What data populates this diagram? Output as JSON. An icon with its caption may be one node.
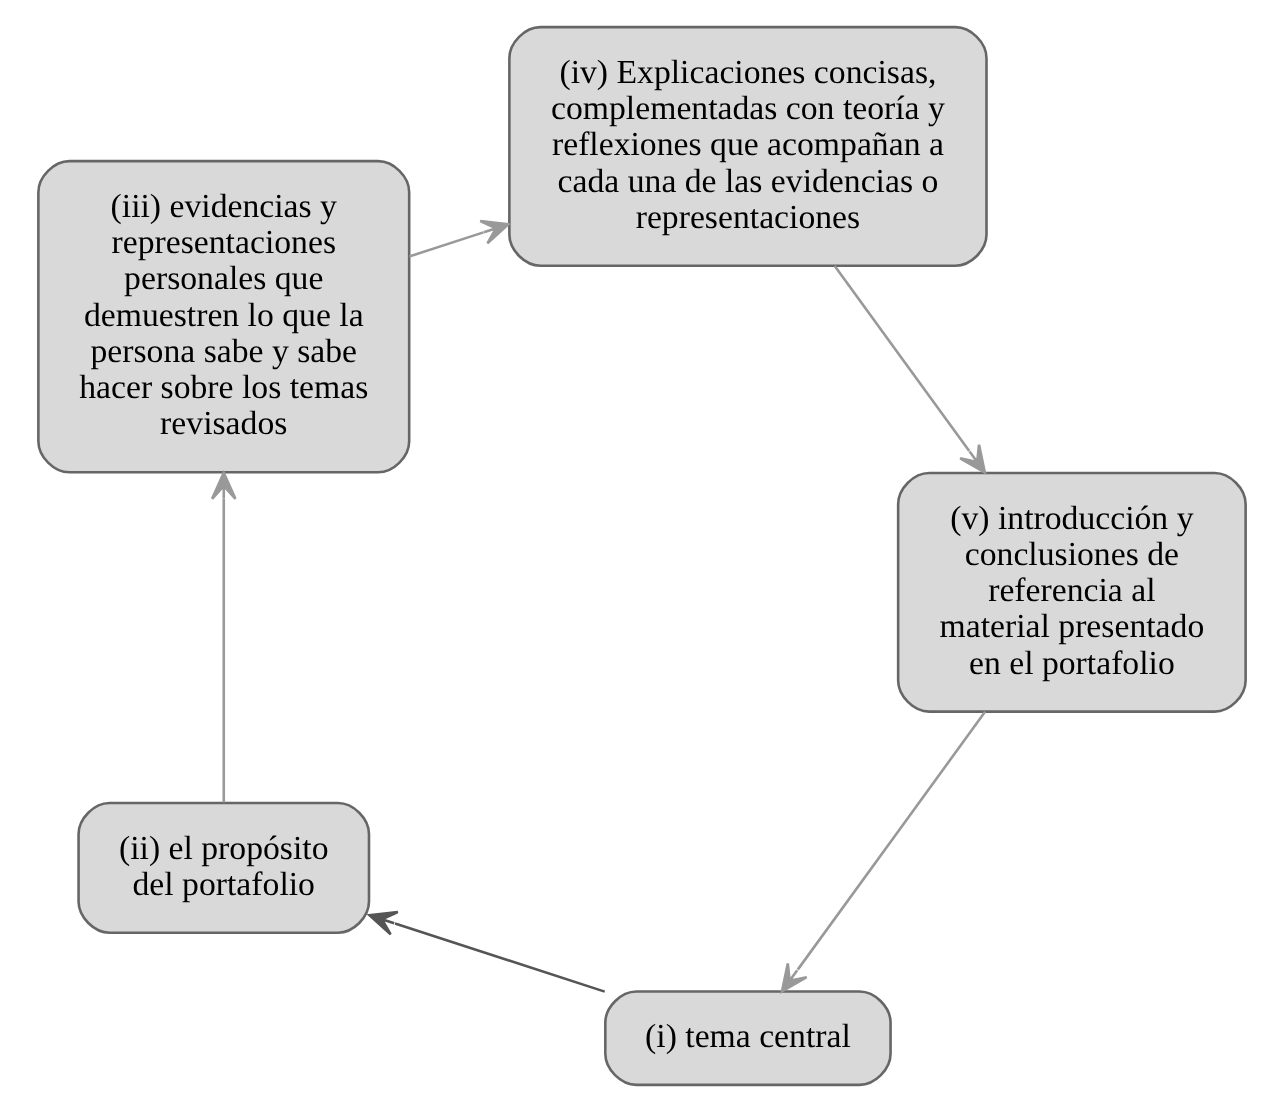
{
  "diagram": {
    "nodes": [
      {
        "text": [
          "(i) tema central"
        ]
      },
      {
        "text": [
          "(ii) el propósito del portafolio"
        ]
      },
      {
        "text": [
          "(iii) evidencias y representaciones personales que demuestren lo que la persona sabe y sabe hacer sobre los temas revisados"
        ]
      },
      {
        "text": [
          "(iv) Explicaciones concisas, complementadas con teoría y reflexiones que acompañan a cada una de las evidencias o representaciones"
        ]
      },
      {
        "text": [
          "(v) introducción y conclusiones de referencia al material presentado en el portafolio"
        ]
      }
    ],
    "edges": [
      {
        "from": 0,
        "to": 1,
        "arrow": "to",
        "color": "#555555"
      },
      {
        "from": 1,
        "to": 2,
        "arrow": "to"
      },
      {
        "from": 2,
        "to": 3,
        "arrow": "to"
      },
      {
        "from": 3,
        "to": 4,
        "arrow": "to"
      },
      {
        "from": 4,
        "to": 0,
        "arrow": "to"
      }
    ]
  }
}
